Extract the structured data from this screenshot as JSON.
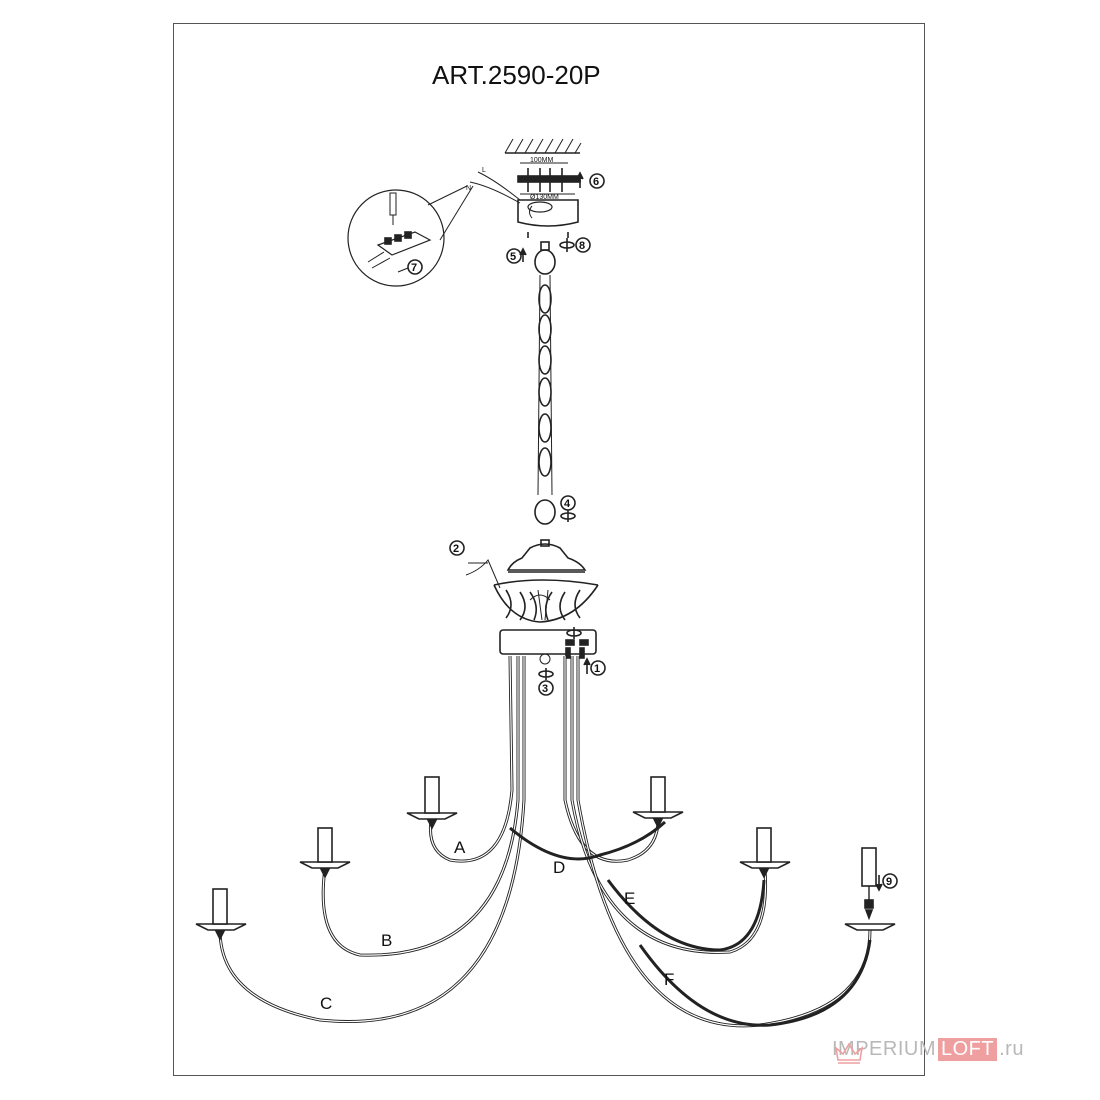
{
  "title": "ART.2590-20P",
  "arm_labels": {
    "a": "A",
    "b": "B",
    "c": "C",
    "d": "D",
    "e": "E",
    "f": "F"
  },
  "steps": [
    "1",
    "2",
    "3",
    "4",
    "5",
    "6",
    "7",
    "8",
    "9"
  ],
  "wire_labels": {
    "live": "L",
    "neutral": "N"
  },
  "dimensions": {
    "inner": "100MM",
    "outer": "Ø130MM"
  },
  "watermark": {
    "brand_a": "IMPERIUM",
    "brand_b": "LOFT",
    "tld": ".ru"
  },
  "colors": {
    "line": "#222222",
    "watermark": "#b8b8b8",
    "watermark_accent": "#ef9f9f"
  }
}
